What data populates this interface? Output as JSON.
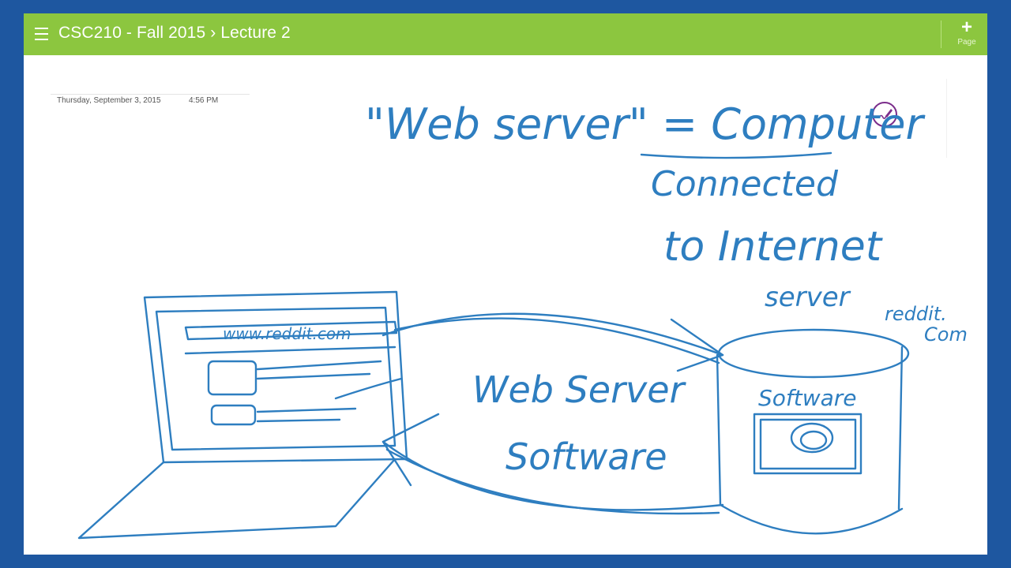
{
  "header": {
    "notebook": "CSC210 - Fall 2015",
    "separator": "›",
    "section": "Lecture 2",
    "add_page_label": "Page",
    "add_page_icon": "plus-icon",
    "menu_icon": "hamburger-icon"
  },
  "page": {
    "date": "Thursday, September 3, 2015",
    "time": "4:56 PM"
  },
  "ink": {
    "line1": "\"Web server\" = Computer",
    "line2": "Connected",
    "line3": "to Internet",
    "server_label": "server",
    "reddit_1": "reddit.",
    "reddit_2": "Com",
    "url": "www.reddit.com",
    "middle_1": "Web Server",
    "middle_2": "Software",
    "software": "Software"
  },
  "colors": {
    "frame_bg": "#1e57a0",
    "title_bar": "#8cc63f",
    "ink": "#2e7ec0",
    "pen_icon": "#7b2d8b"
  }
}
